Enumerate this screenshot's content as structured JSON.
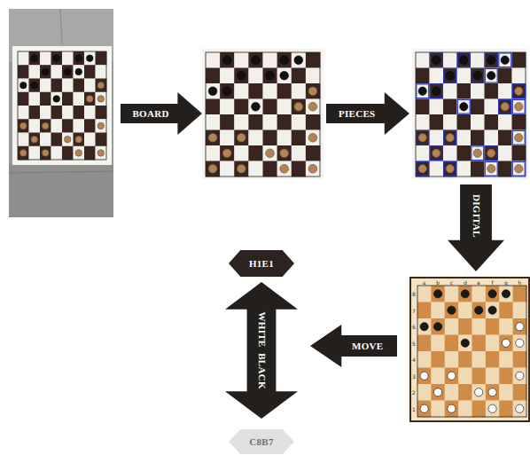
{
  "diagram": {
    "nodes": [
      {
        "text": [
          "BOARD"
        ]
      },
      {
        "text": [
          "PIECES"
        ]
      },
      {
        "text": [
          "DIGITAL"
        ]
      },
      {
        "text": [
          "MOVE"
        ]
      },
      {
        "text": [
          "H1E1"
        ]
      },
      {
        "text": [
          "WHITE",
          "BLACK"
        ]
      },
      {
        "text": [
          "C8B7"
        ]
      }
    ],
    "labels": [
      "a",
      "b",
      "c",
      "d",
      "e",
      "f",
      "g",
      "h",
      "8",
      "7",
      "6",
      "5",
      "4",
      "3",
      "2",
      "1"
    ]
  }
}
